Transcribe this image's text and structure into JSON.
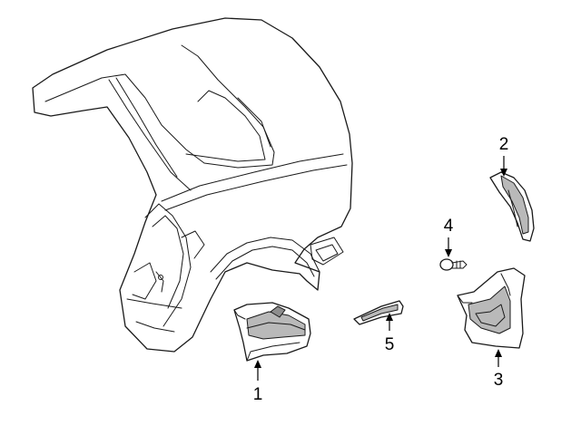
{
  "callouts": [
    {
      "id": "1",
      "label": "1",
      "part": "front-splash-guard"
    },
    {
      "id": "2",
      "label": "2",
      "part": "wheel-opening-molding"
    },
    {
      "id": "3",
      "label": "3",
      "part": "rear-splash-guard"
    },
    {
      "id": "4",
      "label": "4",
      "part": "retainer-clip"
    },
    {
      "id": "5",
      "label": "5",
      "part": "trim-strip"
    }
  ],
  "colors": {
    "line": "#1a1a1a",
    "shading": "#b9b9b9",
    "background": "#ffffff"
  }
}
